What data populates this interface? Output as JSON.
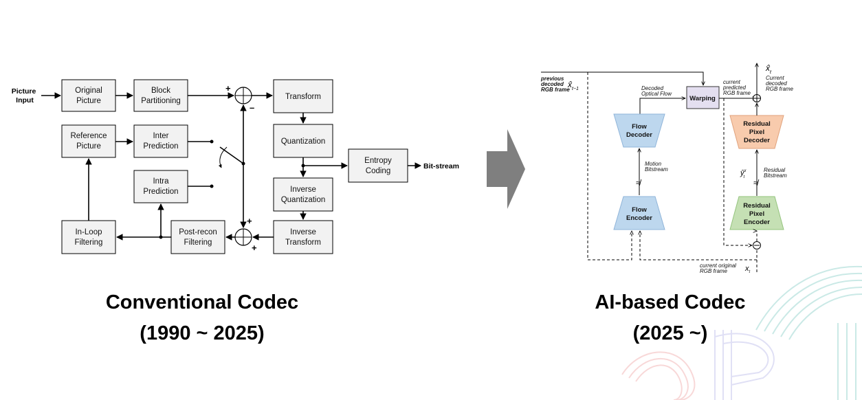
{
  "conventional": {
    "input_label": [
      "Picture",
      "Input"
    ],
    "output_label": "Bit-stream",
    "blocks": {
      "original_picture": [
        "Original",
        "Picture"
      ],
      "block_partitioning": [
        "Block",
        "Partitioning"
      ],
      "transform": [
        "Transform"
      ],
      "quantization": [
        "Quantization"
      ],
      "entropy_coding": [
        "Entropy",
        "Coding"
      ],
      "inverse_quantization": [
        "Inverse",
        "Quantization"
      ],
      "inverse_transform": [
        "Inverse",
        "Transform"
      ],
      "post_recon_filtering": [
        "Post-recon",
        "Filtering"
      ],
      "in_loop_filtering": [
        "In-Loop",
        "Filtering"
      ],
      "reference_picture": [
        "Reference",
        "Picture"
      ],
      "inter_prediction": [
        "Inter",
        "Prediction"
      ],
      "intra_prediction": [
        "Intra",
        "Prediction"
      ]
    },
    "signs": {
      "plus_top": "+",
      "minus_top": "–",
      "plus_right": "+",
      "plus_bottom": "+"
    },
    "caption": [
      "Conventional Codec",
      "(1990 ~ 2025)"
    ]
  },
  "ai": {
    "prev_frame_label": [
      "previous",
      "decoded",
      "RGB frame"
    ],
    "prev_symbol": "x̂",
    "prev_subscript": "t−1",
    "decoded_flow_label": [
      "Decoded",
      "Optical Flow"
    ],
    "warping": "Warping",
    "current_predicted_label": [
      "current",
      "predicted",
      "RGB frame"
    ],
    "output_symbol": "x̂",
    "output_subscript": "t",
    "current_decoded_label": [
      "Current",
      "decoded",
      "RGB frame"
    ],
    "flow_decoder": [
      "Flow",
      "Decoder"
    ],
    "flow_encoder": [
      "Flow",
      "Encoder"
    ],
    "motion_bitstream": [
      "Motion",
      "Bitstream"
    ],
    "residual_decoder": [
      "Residual",
      "Pixel",
      "Decoder"
    ],
    "residual_encoder": [
      "Residual",
      "Pixel",
      "Encoder"
    ],
    "residual_bitstream": [
      "Residual",
      "Bitstream"
    ],
    "residual_symbol": "ŷ",
    "residual_sup": "x",
    "residual_sub": "t",
    "original_label": [
      "current original",
      "RGB frame"
    ],
    "original_symbol": "x",
    "original_subscript": "t",
    "caption": [
      "AI-based Codec",
      "(2025 ~)"
    ]
  },
  "colors": {
    "flow_fill": "#bdd7ee",
    "flow_stroke": "#8fb4d9",
    "decoder_fill": "#f8cbad",
    "decoder_stroke": "#e0a27c",
    "encoder_fill": "#c5e0b4",
    "encoder_stroke": "#94c47d",
    "warping_fill": "#e4dff0",
    "arrow_fill": "#7f7f7f",
    "logo_color": "#cfe9e6"
  },
  "icons": {
    "big_arrow": "right-arrow-icon",
    "logo": "ssp-watermark-logo"
  }
}
